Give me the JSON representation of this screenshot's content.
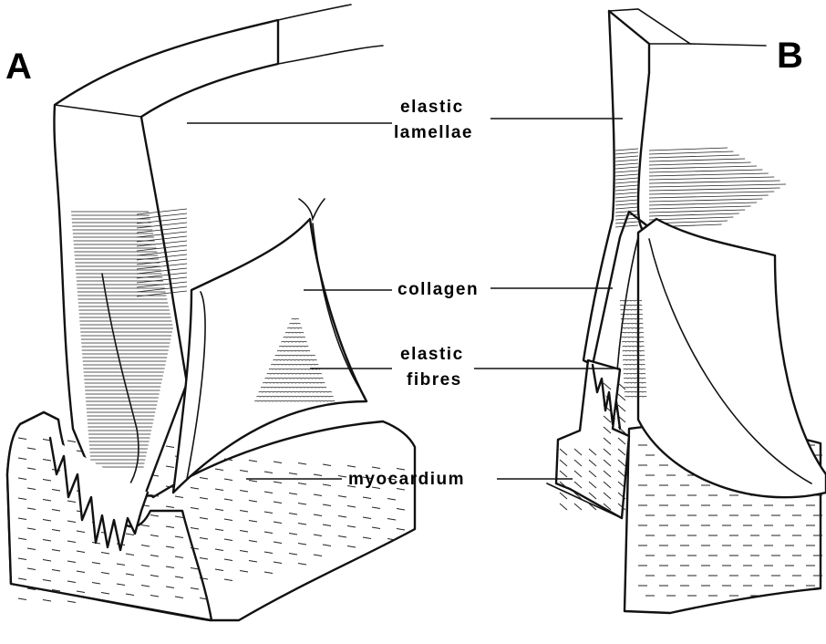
{
  "panels": {
    "a": "A",
    "b": "B"
  },
  "labels": {
    "elastic_lamellae": [
      "elastic",
      "lamellae"
    ],
    "collagen": "collagen",
    "elastic_fibres": [
      "elastic",
      "fibres"
    ],
    "myocardium": "myocardium"
  }
}
